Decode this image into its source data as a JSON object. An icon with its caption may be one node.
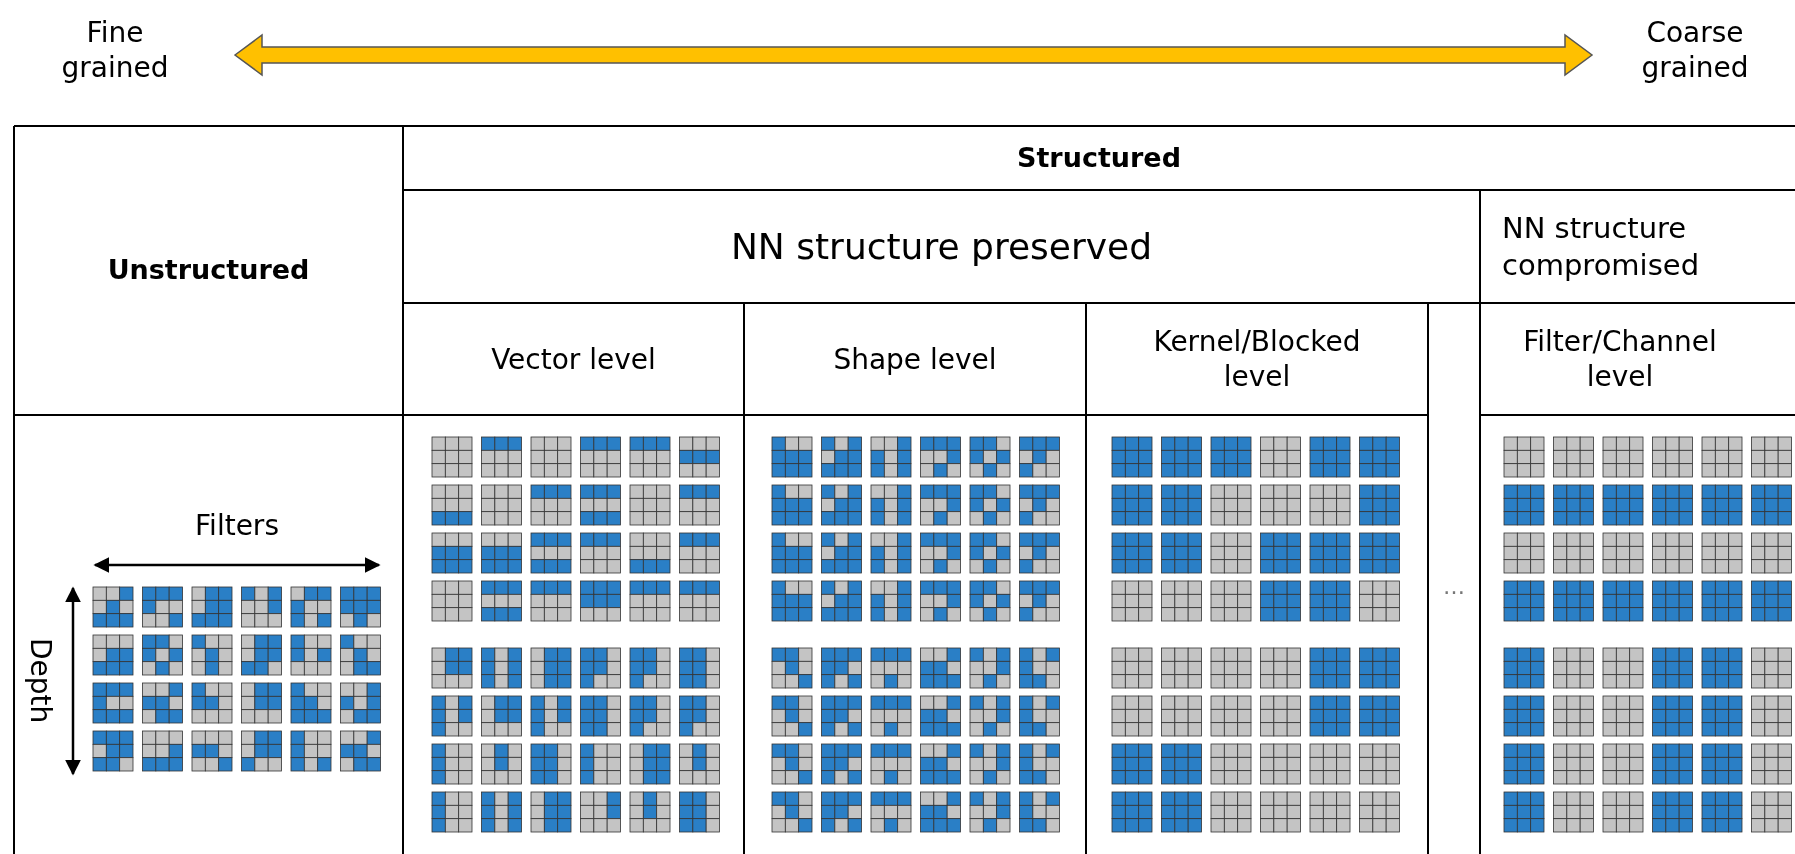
{
  "diagram": {
    "labels": [
      "Fine grained",
      "Coarse grained",
      "Unstructured",
      "Structured",
      "NN structure preserved",
      "NN structure compromised",
      "Vector level",
      "Shape level",
      "Kernel/Blocked level",
      "Filter/Channel level",
      "Filters",
      "Depth",
      "…"
    ]
  }
}
